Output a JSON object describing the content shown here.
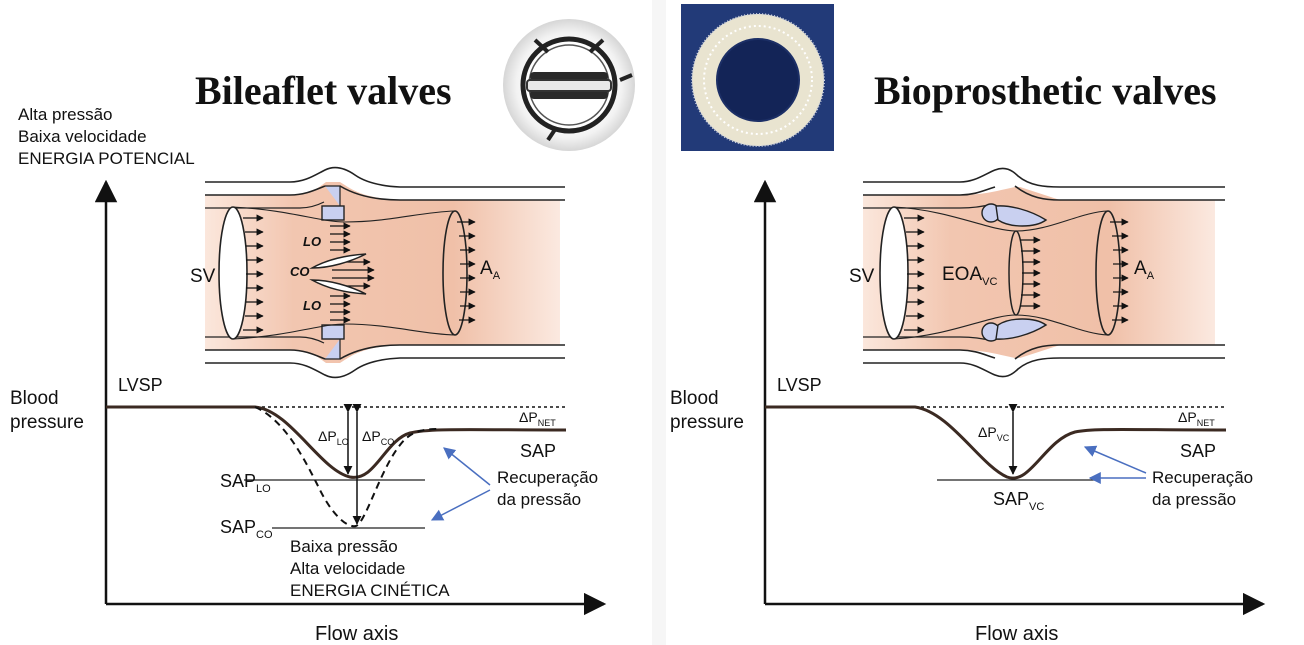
{
  "colors": {
    "vessel_fill": "#f2c9b4",
    "vessel_fill_light": "#f8dccd",
    "valve_blue": "#c9d0f0",
    "blue_arrow": "#4a6fc0",
    "curve": "#3b2a22",
    "text": "#1a1a1a"
  },
  "left": {
    "title": "Bileaflet valves",
    "annotation_top": [
      "Alta pressão",
      "Baixa velocidade",
      "ENERGIA POTENCIAL"
    ],
    "labels": {
      "sv": "SV",
      "lo_top": "LO",
      "co": "CO",
      "lo_bottom": "LO",
      "aa": "A",
      "aa_sub": "A",
      "y_axis_line1": "Blood",
      "y_axis_line2": "pressure",
      "lvsp": "LVSP",
      "dp_net": "ΔP",
      "dp_net_sub": "NET",
      "dp_lo": "ΔP",
      "dp_lo_sub": "LO",
      "dp_co": "ΔP",
      "dp_co_sub": "CO",
      "sap": "SAP",
      "sap_lo": "SAP",
      "sap_lo_sub": "LO",
      "sap_co": "SAP",
      "sap_co_sub": "CO",
      "recovery_line1": "Recuperação",
      "recovery_line2": "da pressão",
      "x_axis": "Flow axis"
    },
    "annotation_bottom": [
      "Baixa pressão",
      "Alta velocidade",
      "ENERGIA CINÉTICA"
    ]
  },
  "right": {
    "title": "Bioprosthetic valves",
    "labels": {
      "sv": "SV",
      "eoa": "EOA",
      "eoa_sub": "VC",
      "aa": "A",
      "aa_sub": "A",
      "y_axis_line1": "Blood",
      "y_axis_line2": "pressure",
      "lvsp": "LVSP",
      "dp_net": "ΔP",
      "dp_net_sub": "NET",
      "dp_vc": "ΔP",
      "dp_vc_sub": "VC",
      "sap": "SAP",
      "sap_vc": "SAP",
      "sap_vc_sub": "VC",
      "recovery_line1": "Recuperação",
      "recovery_line2": "da pressão",
      "x_axis": "Flow axis"
    }
  },
  "icons": {
    "bileaflet_photo": "bileaflet-valve-photo-icon",
    "bioprosthetic_photo": "bioprosthetic-valve-photo-icon"
  }
}
